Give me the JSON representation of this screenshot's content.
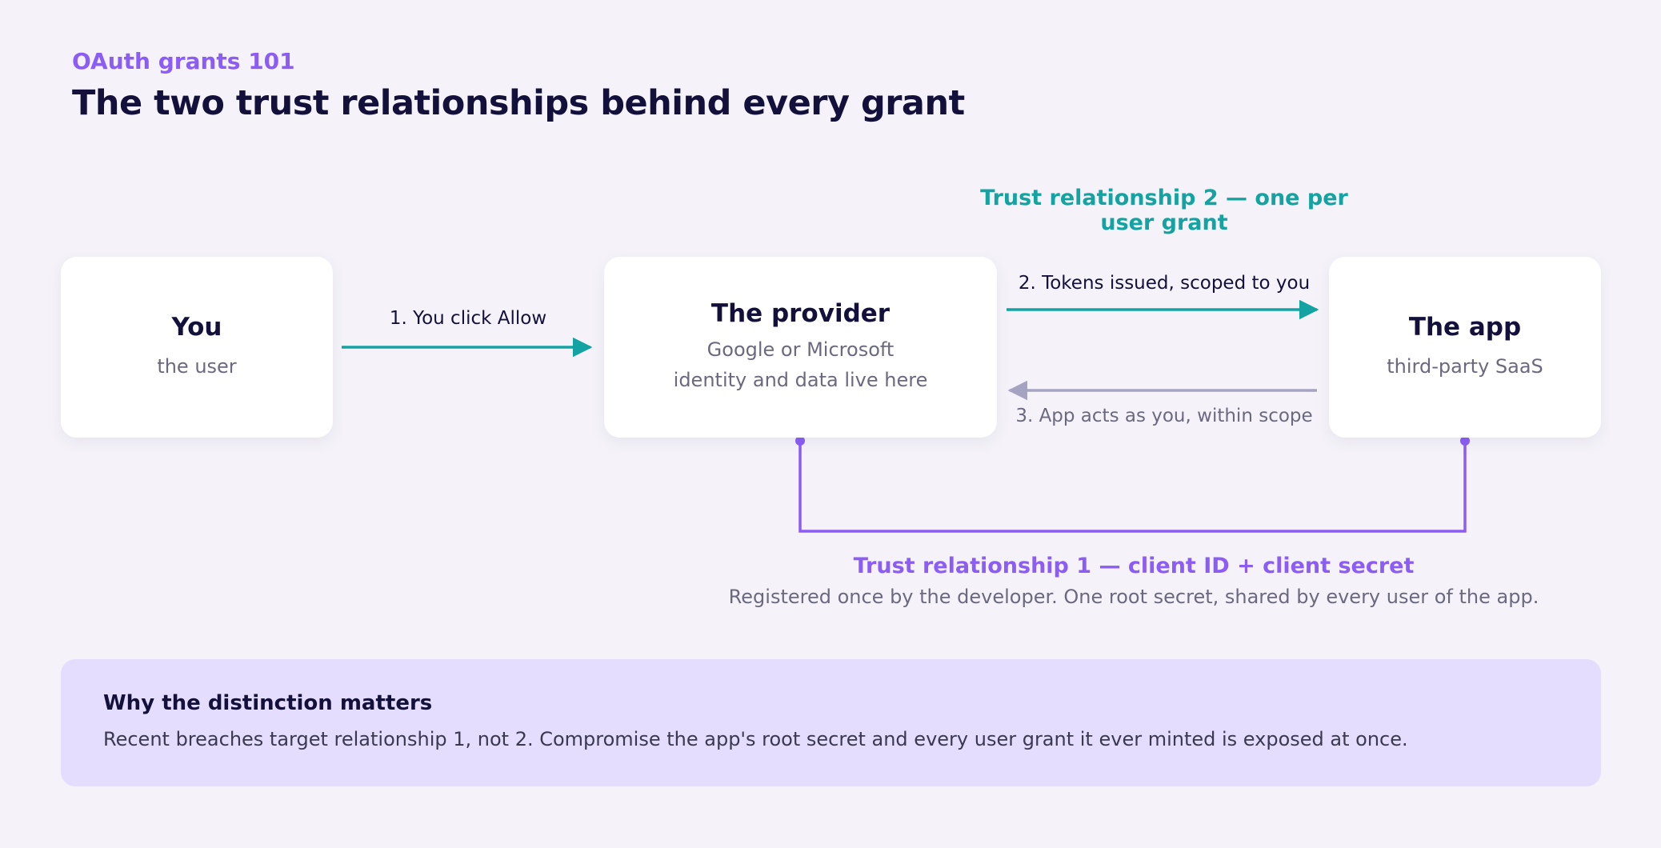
{
  "header": {
    "eyebrow": "OAuth grants 101",
    "title": "The two trust relationships behind every grant"
  },
  "relationship_2": {
    "label": "Trust relationship 2 — one per user grant",
    "color": "#14a3a3"
  },
  "nodes": {
    "you": {
      "title": "You",
      "subtitle": "the user"
    },
    "provider": {
      "title": "The provider",
      "subtitle_line1": "Google or Microsoft",
      "subtitle_line2": "identity and data live here"
    },
    "app": {
      "title": "The app",
      "subtitle": "third-party SaaS"
    }
  },
  "edges": {
    "step1": "1. You click Allow",
    "step2": "2. Tokens issued, scoped to you",
    "step3": "3. App acts as you, within scope"
  },
  "relationship_1": {
    "label": "Trust relationship 1 — client ID + client secret",
    "description": "Registered once by the developer. One root secret, shared by every user of the app.",
    "color": "#8b5cf6"
  },
  "callout": {
    "title": "Why the distinction matters",
    "body": "Recent breaches target relationship 1, not 2. Compromise the app's root secret and every user grant it ever minted is exposed at once."
  },
  "colors": {
    "background": "#f5f3f9",
    "teal": "#14a3a3",
    "purple": "#8b5cf6",
    "gray_arrow": "#a6a3c2",
    "callout_bg": "#e4ddfe"
  }
}
